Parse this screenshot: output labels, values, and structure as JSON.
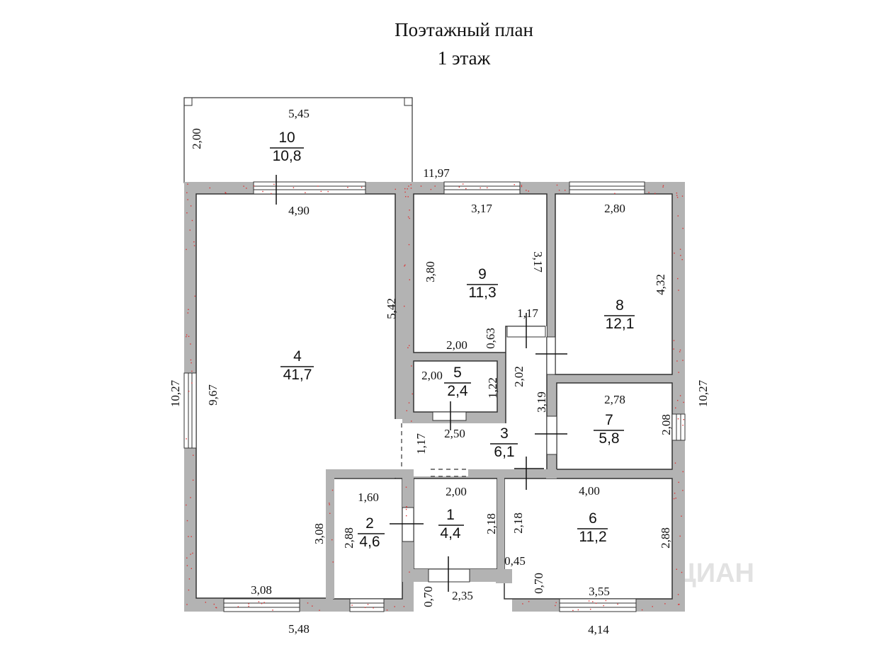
{
  "header": {
    "line1": "Поэтажный план",
    "line2": "1 этаж"
  },
  "rooms": [
    {
      "no": "1",
      "area": "4,4"
    },
    {
      "no": "2",
      "area": "4,6"
    },
    {
      "no": "3",
      "area": "6,1"
    },
    {
      "no": "4",
      "area": "41,7"
    },
    {
      "no": "5",
      "area": "2,4"
    },
    {
      "no": "6",
      "area": "11,2"
    },
    {
      "no": "7",
      "area": "5,8"
    },
    {
      "no": "8",
      "area": "12,1"
    },
    {
      "no": "9",
      "area": "11,3"
    },
    {
      "no": "10",
      "area": "10,8"
    }
  ],
  "dims": [
    "5,45",
    "2,00",
    "11,97",
    "4,90",
    "3,17",
    "2,80",
    "3,80",
    "3,17",
    "4,32",
    "5,42",
    "1,17",
    "10,27",
    "9,67",
    "0,63",
    "2,00",
    "2,00",
    "1,22",
    "2,02",
    "3,19",
    "2,78",
    "2,08",
    "10,27",
    "2,50",
    "1,17",
    "1,60",
    "2,00",
    "4,00",
    "2,88",
    "3,08",
    "2,18",
    "2,18",
    "2,88",
    "0,45",
    "3,08",
    "0,70",
    "2,35",
    "0,70",
    "3,55",
    "5,48",
    "4,14"
  ],
  "watermark": "ЦИАН"
}
